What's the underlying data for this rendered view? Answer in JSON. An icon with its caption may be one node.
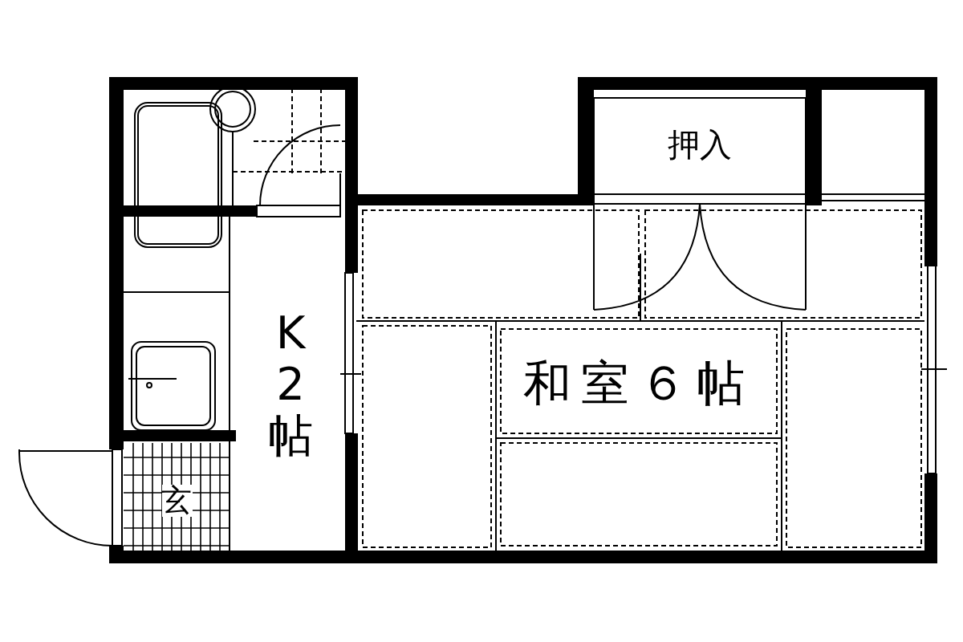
{
  "diagram": {
    "nodes": [
      {
        "text": [
          "押入"
        ]
      },
      {
        "text": [
          "K2帖"
        ]
      },
      {
        "text": [
          "和室６帖"
        ]
      },
      {
        "text": [
          "玄"
        ]
      }
    ]
  }
}
